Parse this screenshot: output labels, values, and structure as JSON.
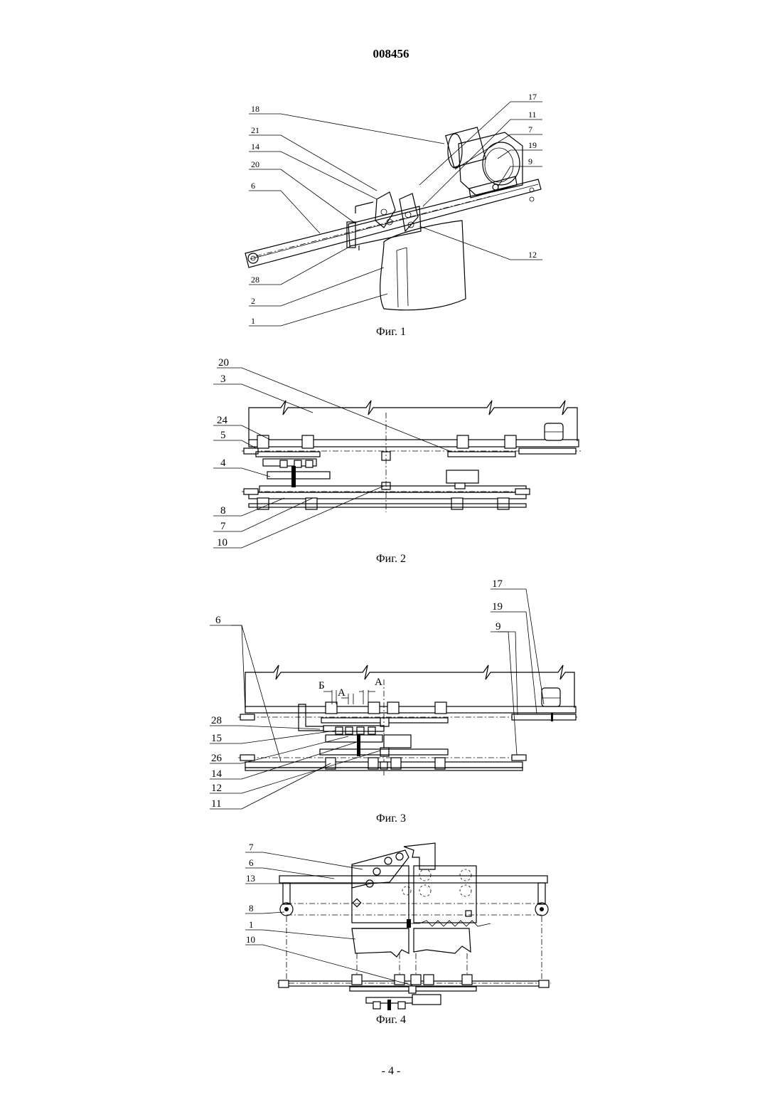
{
  "document": {
    "number": "008456",
    "page": "- 4 -"
  },
  "figures": [
    {
      "caption": "Фиг. 1",
      "labels": [
        "18",
        "21",
        "14",
        "20",
        "6",
        "28",
        "2",
        "1",
        "17",
        "11",
        "7",
        "19",
        "9",
        "12"
      ]
    },
    {
      "caption": "Фиг. 2",
      "labels": [
        "20",
        "3",
        "24",
        "5",
        "4",
        "8",
        "7",
        "10"
      ]
    },
    {
      "caption": "Фиг. 3",
      "labels": [
        "17",
        "19",
        "9",
        "6",
        "28",
        "15",
        "26",
        "14",
        "12",
        "11",
        "Б",
        "А",
        "А"
      ]
    },
    {
      "caption": "Фиг. 4",
      "labels": [
        "7",
        "6",
        "13",
        "8",
        "1",
        "10"
      ]
    }
  ]
}
